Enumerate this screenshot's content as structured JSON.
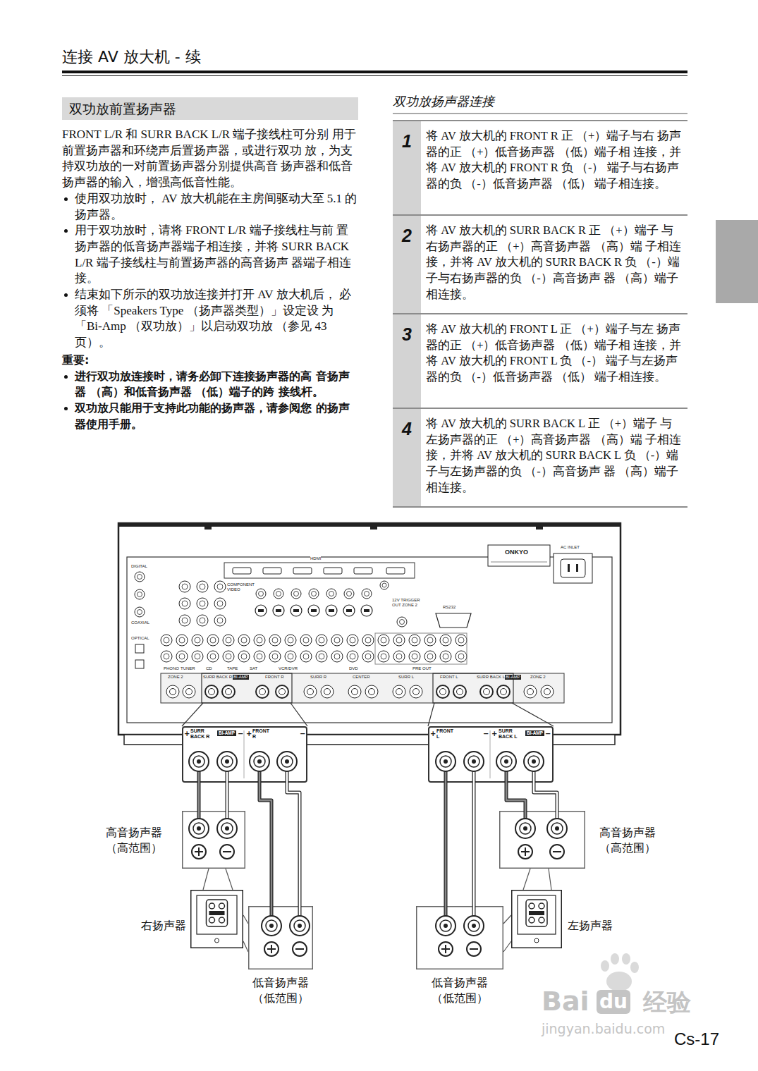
{
  "diagram": {
    "title": "连接 AV 放大机 - 续",
    "nodes": [
      {
        "text": [
          "双功放前置扬声器"
        ]
      },
      {
        "text": [
          "1",
          "将 AV 放大机的 FRONT R 正 （+）端子与右 扬声器的正 （+）低音扬声器 （低）端子相 连接，并将 AV 放大机的 FRONT R 负 （-） 端子与右扬声器的负 （-）低音扬声器 （低） 端子相连接。"
        ]
      },
      {
        "text": [
          "2",
          "将 AV 放大机的 SURR BACK R 正 （+）端子 与右扬声器的正 （+）高音扬声器 （高）端 子相连接，并将 AV 放大机的 SURR BACK R 负 （-）端子与右扬声器的负 （-）高音扬声 器 （高）端子相连接。"
        ]
      },
      {
        "text": [
          "3",
          "将 AV 放大机的 FRONT L 正 （+）端子与左 扬声器的正 （+）低音扬声器 （低）端子相 连接，并将 AV 放大机的 FRONT L 负 （-） 端子与左扬声器的负 （-）低音扬声器 （低） 端子相连接。"
        ]
      },
      {
        "text": [
          "4",
          "将 AV 放大机的 SURR BACK L 正 （+）端子 与左扬声器的正 （+）高音扬声器 （高）端 子相连接，并将 AV 放大机的 SURR BACK L 负 （-）端子与左扬声器的负 （-）高音扬声 器 （高）端子相连接。"
        ]
      },
      {
        "text": [
          "SURR BACK R",
          "BI-AMP",
          "FRONT R"
        ]
      },
      {
        "text": [
          "高音扬声器 （高范围）"
        ]
      },
      {
        "text": [
          "右扬声器"
        ]
      },
      {
        "text": [
          "低音扬声器 （低范围）"
        ]
      },
      {
        "text": [
          "FRONT L",
          "SURR BACK L",
          "BI-AMP"
        ]
      },
      {
        "text": [
          "高音扬声器 （高范围）"
        ]
      },
      {
        "text": [
          "左扬声器"
        ]
      },
      {
        "text": [
          "低音扬声器 （低范围）"
        ]
      }
    ],
    "edges": [
      {
        "from": 5,
        "to": 6,
        "arrow": "none"
      },
      {
        "from": 5,
        "to": 8,
        "arrow": "none"
      },
      {
        "from": 9,
        "to": 12,
        "arrow": "none"
      },
      {
        "from": 9,
        "to": 10,
        "arrow": "none"
      }
    ],
    "labels": [
      "FRONT L/R 和 SURR BACK L/R 端子接线柱可分别 用于前置扬声器和环绕声后置扬声器，或进行双功 放，为支持双功放的一对前置扬声器分别提供高音 扬声器和低音扬声器的输入，增强高低音性能。",
      "使用双功放时， AV 放大机能在主房间驱动大至 5.1 的扬声器。",
      "用于双功放时，请将 FRONT L/R 端子接线柱与前 置扬声器的低音扬声器端子相连接，并将 SURR BACK L/R 端子接线柱与前置扬声器的高音扬声 器端子相连接。",
      "结束如下所示的双功放连接并打开 AV 放大机后， 必须将 「Speakers Type （扬声器类型）」设定设 为 「Bi-Amp （双功放）」以启动双功放 （参见 43 页）。",
      "重要:",
      "进行双功放连接时，请务必卸下连接扬声器的高 音扬声器 （高）和低音扬声器 （低）端子的跨 接线杆。",
      "双功放只能用于支持此功能的扬声器，请参阅您 的扬声器使用手册。",
      "双功放扬声器连接",
      "Cs-17",
      "Bai",
      "du",
      "经验",
      "jingyan.baidu.com",
      "AC INLET",
      "ONKYO",
      "HDMI",
      "COMPONENT VIDEO",
      "DIGITAL",
      "COAXIAL",
      "OPTICAL",
      "RS232",
      "12V TRIGGER OUT ZONE 2",
      "PHONO",
      "TUNER",
      "CD",
      "TAPE",
      "SAT",
      "VCR/DVR",
      "DVD",
      "PRE OUT",
      "ZONE 2",
      "SURR BACK R",
      "BI-AMP",
      "FRONT R",
      "SURR R",
      "CENTER",
      "SURR L",
      "FRONT L",
      "SURR BACK L",
      "BI-AMP",
      "ZONE 2",
      "+",
      "−",
      "+",
      "−",
      "+",
      "−",
      "+",
      "−"
    ]
  }
}
